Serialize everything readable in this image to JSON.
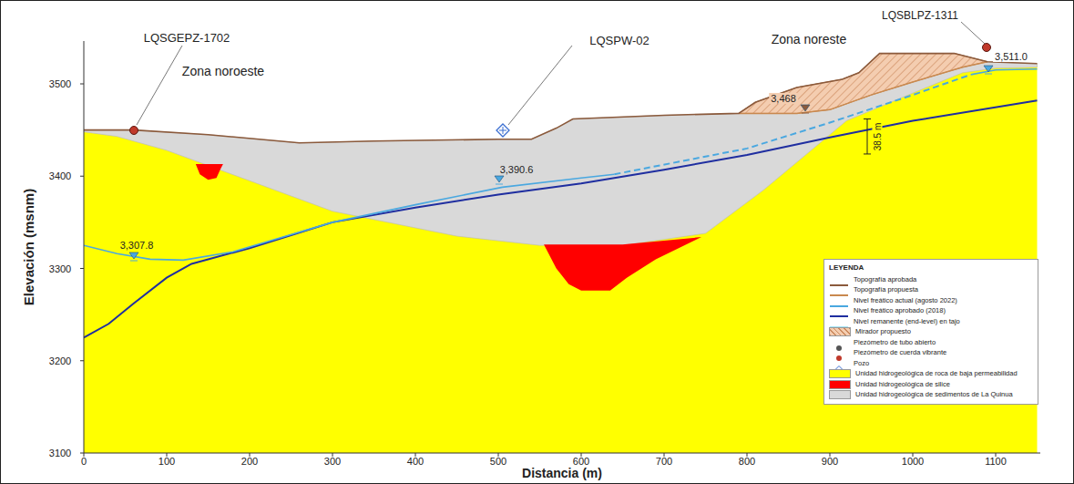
{
  "diagram": {
    "nodes": [
      {
        "text": [
          "LEYENDA"
        ]
      }
    ],
    "labels": [
      "Zona noroeste",
      "Zona noreste",
      "LQSGEPZ-1702",
      "LQSPW-02",
      "LQSBLPZ-1311",
      "3,307.8",
      "3,390.6",
      "3,468",
      "3,511.0",
      "38.5 m",
      "Elevación (msnm)",
      "Distancia (m)",
      "0",
      "100",
      "200",
      "300",
      "400",
      "500",
      "600",
      "700",
      "800",
      "900",
      "1000",
      "1100",
      "3100",
      "3200",
      "3300",
      "3400",
      "3500"
    ],
    "legend": [
      {
        "text": "Topografía aprobada"
      },
      {
        "text": "Topografía propuesta"
      },
      {
        "text": "Nivel freático actual (agosto 2022)"
      },
      {
        "text": "Nivel freático aprobado (2018)"
      },
      {
        "text": "Nivel remanente (end-level) en tajo"
      },
      {
        "text": "Mirador propuesto",
        "color": "#f4cdb0"
      },
      {
        "text": "Piezómetro de tubo abierto"
      },
      {
        "text": "Piezómetro de cuerda vibrante"
      },
      {
        "text": "Pozo"
      },
      {
        "text": "Unidad hidrogeológica de roca de baja permeabilidad",
        "color": "#ffff00"
      },
      {
        "text": "Unidad hidrogeológica de silice",
        "color": "#ff0000"
      },
      {
        "text": "Unidad hidrogeológica de sedimentos de La Quinua",
        "color": "#d9d9d9"
      }
    ]
  }
}
